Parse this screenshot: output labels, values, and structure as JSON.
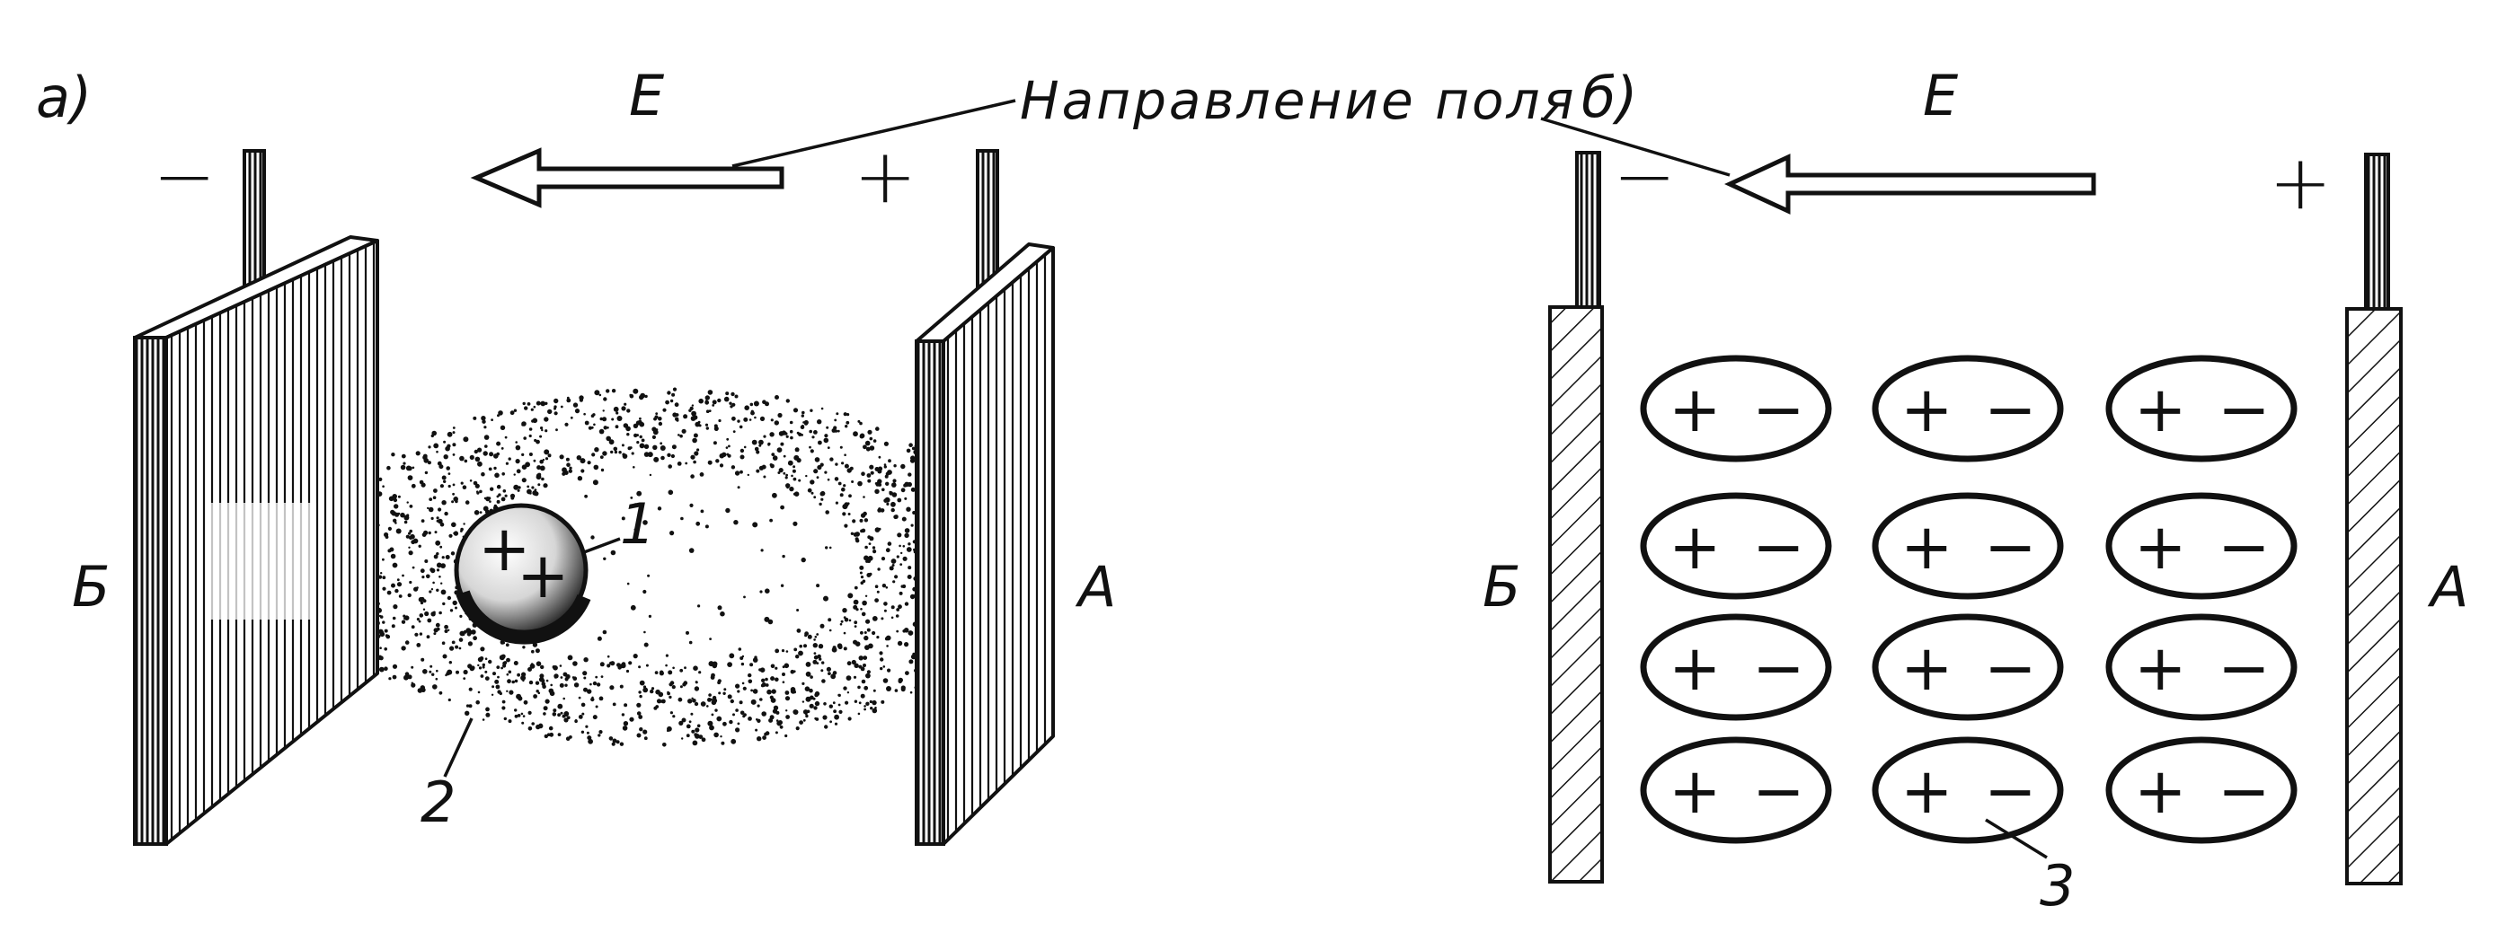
{
  "panel_a": {
    "label": "а)",
    "field_label": "E",
    "minus": "−",
    "plus": "+",
    "plate_left": "Б",
    "plate_right": "А",
    "particle_signs": [
      "+",
      "+"
    ],
    "callout_particle": "1",
    "callout_cloud": "2"
  },
  "panel_b": {
    "label": "б)",
    "field_label": "E",
    "minus": "−",
    "plus": "+",
    "plate_left": "Б",
    "plate_right": "А",
    "molecule_signs": [
      "+",
      "−"
    ],
    "molecule_rows": 4,
    "molecule_cols": 3,
    "callout_molecule": "3"
  },
  "annotation": "Направление поля",
  "colors": {
    "ink": "#111111",
    "paper": "#ffffff"
  }
}
